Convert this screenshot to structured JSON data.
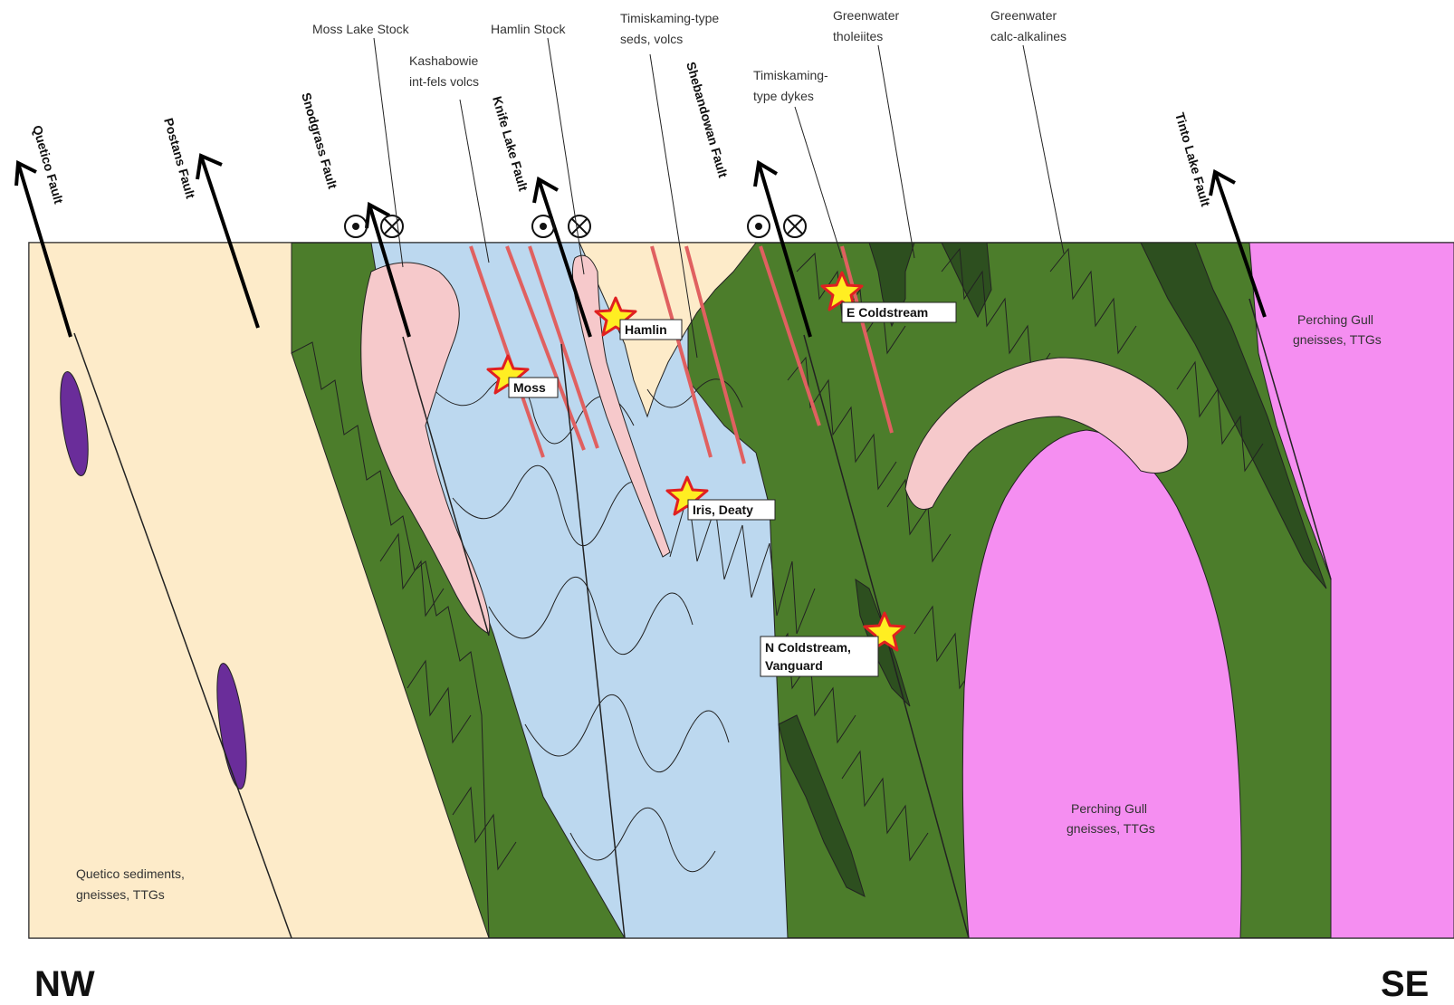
{
  "colors": {
    "sediments": "#fdebc9",
    "greenstone": "#4c7d2b",
    "greenstone_dark": "#2d4f1f",
    "volcanics_blue": "#bcd8ef",
    "stock_pink": "#f6c9cb",
    "gneiss_magenta": "#f58ef1",
    "dyke_red": "#e06060",
    "ellipse_purple": "#6a2d9a",
    "star_fill": "#ffee22",
    "star_stroke": "#e02020"
  },
  "top_labels": {
    "moss_lake_stock": "Moss Lake Stock",
    "hamlin_stock": "Hamlin Stock",
    "timiskaming_seds_1": "Timiskaming-type",
    "timiskaming_seds_2": "seds, volcs",
    "greenwater_thol_1": "Greenwater",
    "greenwater_thol_2": "tholeiites",
    "greenwater_calc_1": "Greenwater",
    "greenwater_calc_2": "calc-alkalines",
    "kashabowie_1": "Kashabowie",
    "kashabowie_2": "int-fels volcs",
    "timiskaming_dykes_1": "Timiskaming-",
    "timiskaming_dykes_2": "type dykes"
  },
  "faults": {
    "quetico": "Quetico Fault",
    "postans": "Postans Fault",
    "snodgrass": "Snodgrass Fault",
    "knife_lake": "Knife Lake Fault",
    "shebandowan": "Shebandowan Fault",
    "tinto_lake": "Tinto Lake Fault"
  },
  "deposits": {
    "hamlin": "Hamlin",
    "moss": "Moss",
    "e_coldstream": "E Coldstream",
    "iris_deaty": "Iris, Deaty",
    "n_coldstream_1": "N Coldstream,",
    "n_coldstream_2": "Vanguard"
  },
  "units": {
    "perching_gull_right_1": "Perching Gull",
    "perching_gull_right_2": "gneisses, TTGs",
    "perching_gull_center_1": "Perching Gull",
    "perching_gull_center_2": "gneisses, TTGs",
    "quetico_1": "Quetico sediments,",
    "quetico_2": "gneisses, TTGs"
  },
  "directions": {
    "nw": "NW",
    "se": "SE"
  }
}
